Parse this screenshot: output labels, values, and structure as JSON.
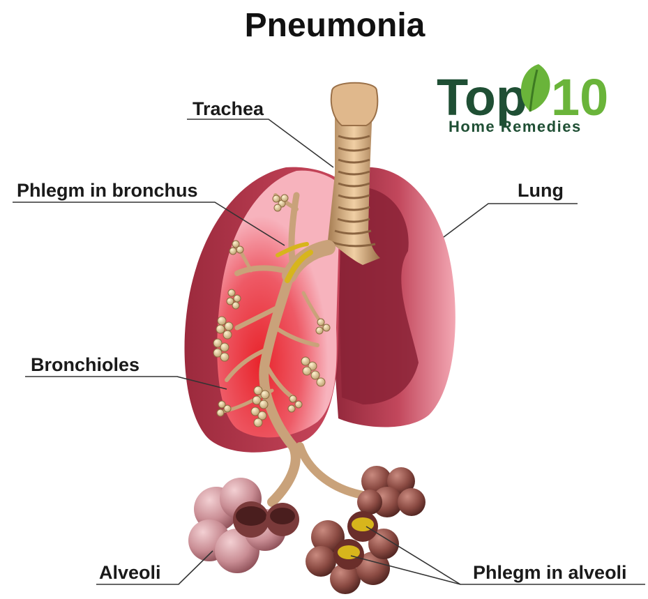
{
  "title": "Pneumonia",
  "logo": {
    "top": "Top",
    "ten": "10",
    "sub": "Home Remedies",
    "colors": {
      "dark": "#1f4f34",
      "green": "#6ab43a"
    }
  },
  "labels": {
    "trachea": "Trachea",
    "phlegm_bronchus": "Phlegm in bronchus",
    "lung": "Lung",
    "bronchioles": "Bronchioles",
    "alveoli": "Alveoli",
    "phlegm_alveoli": "Phlegm in alveoli"
  },
  "colors": {
    "lung_outer": "#b8334a",
    "lung_inner": "#f4a1ad",
    "lung_red": "#e8242b",
    "bronchus": "#c9a27a",
    "phlegm": "#d7b51c",
    "alveoli": "#8a4a42"
  }
}
